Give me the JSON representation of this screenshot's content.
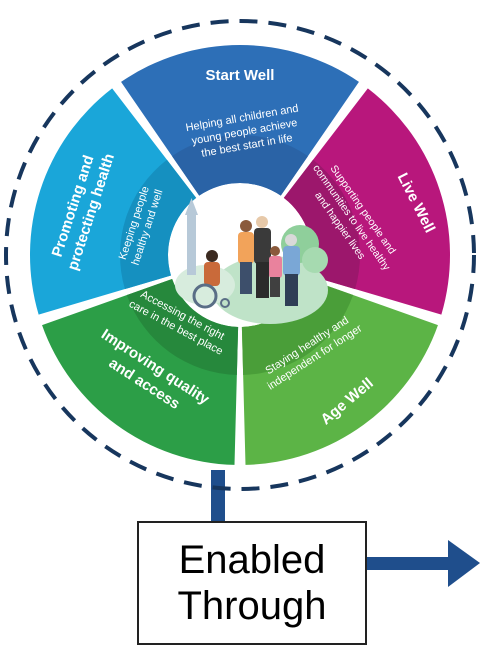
{
  "colors": {
    "start_well": "#2d6fb7",
    "start_well_inner": "#2a63a6",
    "live_well": "#b8177c",
    "live_well_inner": "#9c176c",
    "age_well": "#5cb446",
    "age_well_inner": "#4a9e39",
    "improving": "#2c9e47",
    "improving_inner": "#26883c",
    "promoting": "#1aa6d9",
    "promoting_inner": "#1590c0",
    "connector": "#1f4e8c",
    "dashed_border": "#17365d"
  },
  "segments": {
    "start_well": {
      "title": "Start Well",
      "desc": [
        "Helping all children and",
        "young people achieve",
        "the best start in life"
      ]
    },
    "live_well": {
      "title": "Live Well",
      "desc": [
        "Supporting people and",
        "communities to live healthy",
        "and happier lives"
      ]
    },
    "age_well": {
      "title": "Age Well",
      "desc": [
        "Staying healthy and",
        "independent for longer"
      ]
    },
    "improving": {
      "title": [
        "Improving quality",
        "and access"
      ],
      "desc": [
        "Accessing the right",
        "care in the best place"
      ]
    },
    "promoting": {
      "title": [
        "Promoting and",
        "protecting health"
      ],
      "desc": [
        "Keeping people",
        "healthy and well"
      ]
    }
  },
  "enabled_box": {
    "line1": "Enabled",
    "line2": "Through"
  }
}
